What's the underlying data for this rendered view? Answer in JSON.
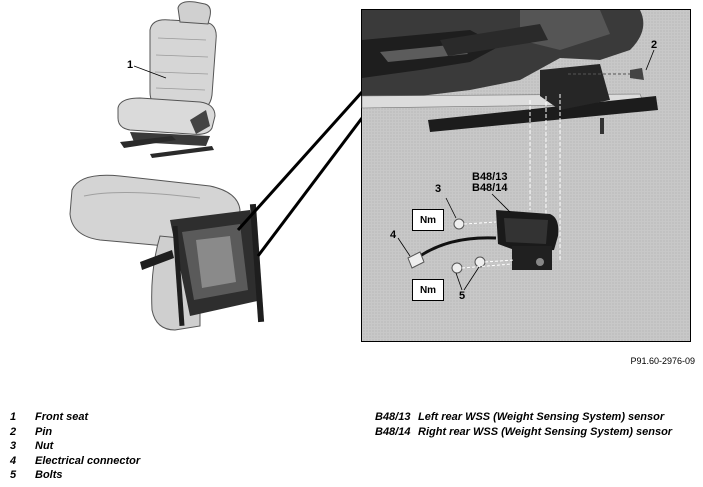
{
  "callouts": {
    "front_seat": "1",
    "pin": "2",
    "nut": "3",
    "electrical_connector": "4",
    "bolts": "5",
    "sensor_left": "B48/13",
    "sensor_right": "B48/14"
  },
  "torque_symbol": "Nm",
  "figure_id": "P91.60-2976-09",
  "legend_left": [
    {
      "key": "1",
      "label": "Front seat"
    },
    {
      "key": "2",
      "label": "Pin"
    },
    {
      "key": "3",
      "label": "Nut"
    },
    {
      "key": "4",
      "label": "Electrical connector"
    },
    {
      "key": "5",
      "label": "Bolts"
    }
  ],
  "legend_right": [
    {
      "key": "B48/13",
      "label": "Left rear WSS (Weight Sensing System) sensor"
    },
    {
      "key": "B48/14",
      "label": "Right rear WSS (Weight Sensing System) sensor"
    }
  ]
}
